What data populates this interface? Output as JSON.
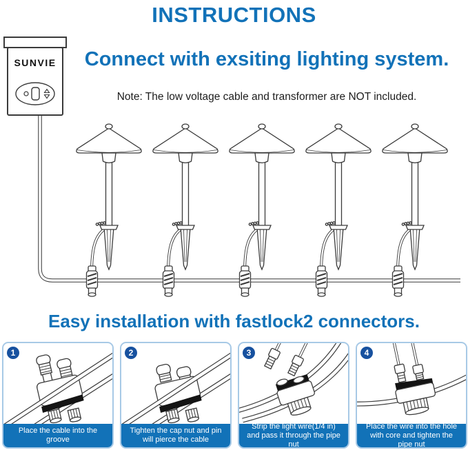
{
  "title": "INSTRUCTIONS",
  "transformer": {
    "brand": "SUNVIE"
  },
  "connect_section": {
    "heading": "Connect with exsiting lighting system.",
    "note": "Note: The low voltage cable and transformer are NOT included."
  },
  "diagram": {
    "lights_count": 5
  },
  "install_section": {
    "heading": "Easy installation with fastlock2 connectors."
  },
  "steps": [
    {
      "number": "1",
      "caption": "Place the cable into the groove"
    },
    {
      "number": "2",
      "caption": "Tighten the cap nut and pin will pierce the cable"
    },
    {
      "number": "3",
      "caption": "Strip the light wire(1/4 in) and pass it through the pipe nut"
    },
    {
      "number": "4",
      "caption": "Place the wire into the hole with core and tighten the pipe nut"
    }
  ],
  "colors": {
    "accent_blue": "#1272b8",
    "step_badge_blue": "#17519f",
    "panel_border_blue": "#a7c9e6",
    "caption_text_white": "#ffffff",
    "line_art_gray": "#3a3a3a"
  }
}
